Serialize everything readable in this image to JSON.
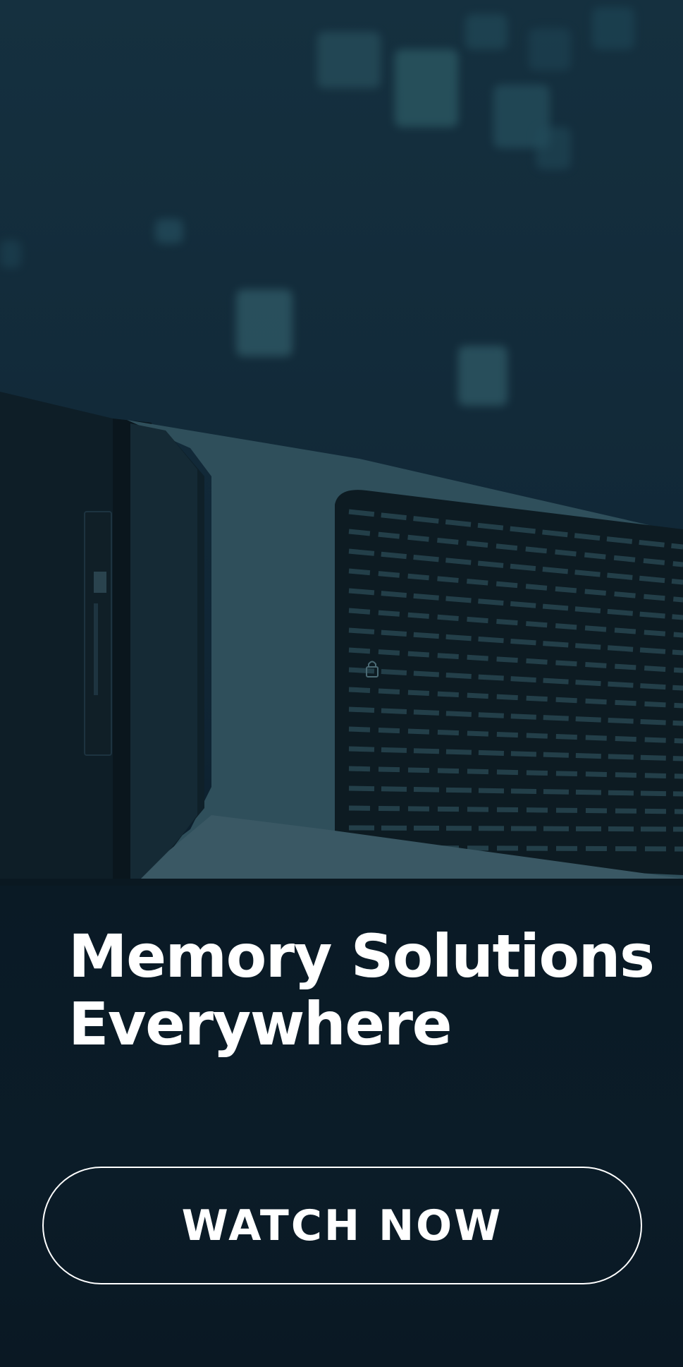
{
  "banner": {
    "headline_line1": "Memory Solutions",
    "headline_line2": "Everywhere",
    "cta_label": "WATCH NOW"
  },
  "colors": {
    "background_top": "#15303f",
    "background_bottom": "#08141f",
    "server_bezel": "#30505b",
    "text": "#ffffff"
  },
  "icons": {
    "server_lock": "lock-icon"
  }
}
